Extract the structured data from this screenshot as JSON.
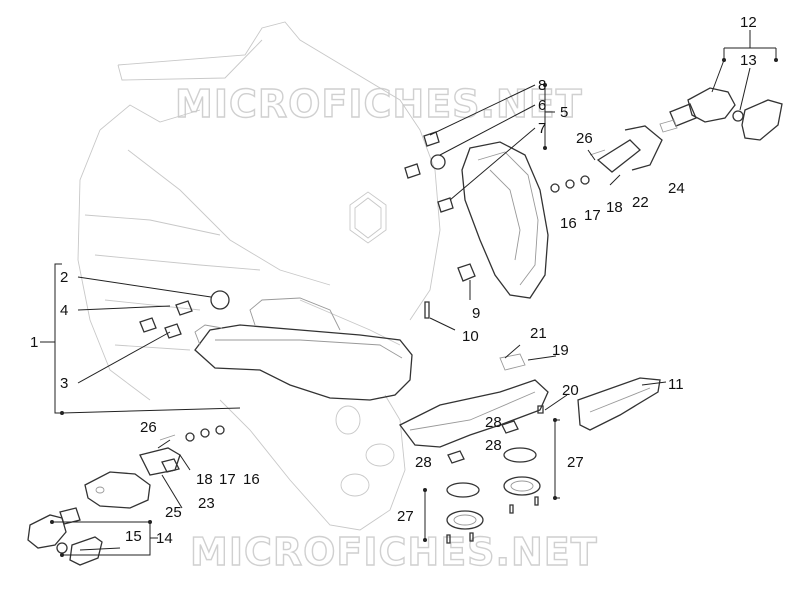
{
  "watermark": {
    "top": "MICROFICHES.NET",
    "bottom": "MICROFICHES.NET"
  },
  "callouts": {
    "c1": "1",
    "c2": "2",
    "c3": "3",
    "c4": "4",
    "c5": "5",
    "c6": "6",
    "c7": "7",
    "c8": "8",
    "c9": "9",
    "c10": "10",
    "c11": "11",
    "c12": "12",
    "c13": "13",
    "c14": "14",
    "c15": "15",
    "c16a": "16",
    "c16b": "16",
    "c17a": "17",
    "c17b": "17",
    "c18a": "18",
    "c18b": "18",
    "c19": "19",
    "c20": "20",
    "c21": "21",
    "c22": "22",
    "c23": "23",
    "c24": "24",
    "c25": "25",
    "c26a": "26",
    "c26b": "26",
    "c27a": "27",
    "c27b": "27",
    "c28a": "28",
    "c28b": "28",
    "c28c": "28"
  }
}
